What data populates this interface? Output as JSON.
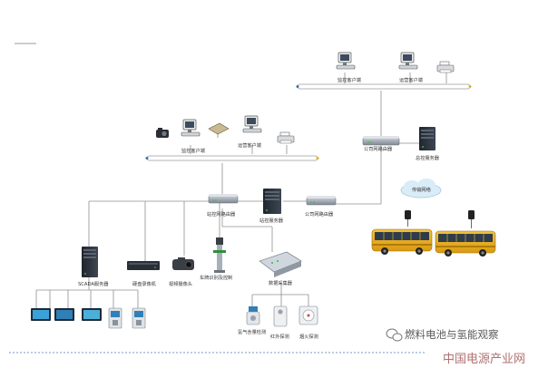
{
  "labels": {
    "monitor_client_top": "监控客户端",
    "ops_client_top": "运营客户端",
    "company_router_right": "公司网路由器",
    "general_server": "总控服务器",
    "monitor_client_mid": "监控客户端",
    "ops_client_mid": "运营客户端",
    "transport_network": "传输网络",
    "station_router": "站控网路由器",
    "station_server": "站控服务器",
    "company_router_mid": "公司网路由器",
    "scada_server": "SCADA服务器",
    "hdd_recorder": "硬盘录像机",
    "video_camera": "视频摄像头",
    "plate_recognition": "车牌识别及控制",
    "data_collector": "数据采集器",
    "hydrogen_concentration": "氢气含量检测",
    "infrared_detector": "红外探测",
    "smoke_detector": "烟火探测"
  },
  "watermark": {
    "wechat": "燃料电池与氢能观察",
    "site": "中国电源产业网"
  },
  "colors": {
    "line": "#8a8a8a",
    "bus": "#b0b0b0",
    "bus_blue": "#3b6fb5",
    "bus_yellow": "#e6b019",
    "server": "#2d3540",
    "router": "#9aa3ad",
    "cloud": "#d9ecf7",
    "watermark_site": "#b07070"
  },
  "icons": [
    "desktop-pc-icon",
    "printer-icon",
    "camera-icon",
    "server-tower-icon",
    "router-icon",
    "cloud-icon",
    "bus-icon",
    "dvr-icon",
    "bullet-camera-icon",
    "barrier-gate-icon",
    "sensor-icon",
    "wechat-icon"
  ]
}
